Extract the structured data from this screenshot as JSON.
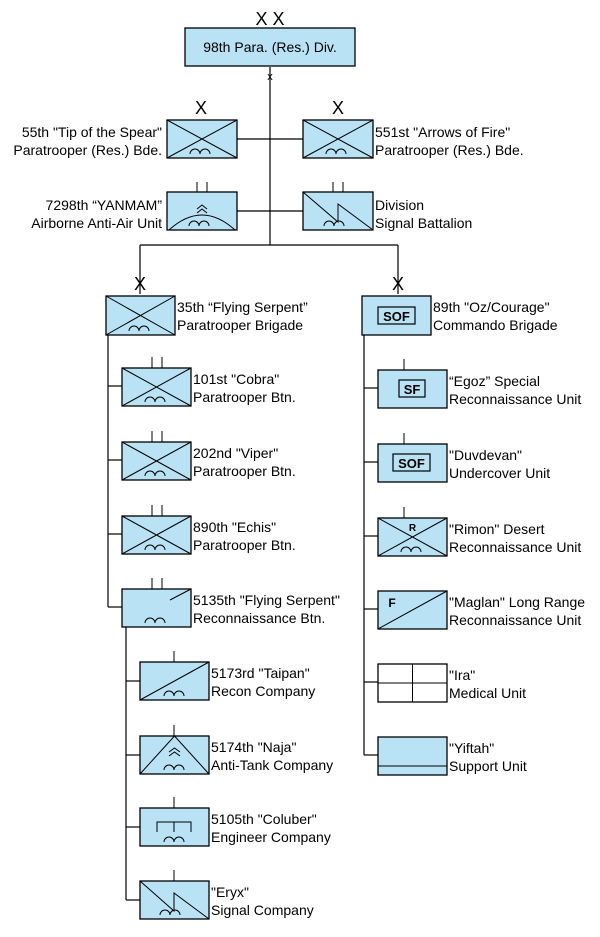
{
  "division": {
    "echelon": "X X",
    "name": "98th Para. (Res.) Div.",
    "hq_mark": "x"
  },
  "brigade_marks": {
    "echelon": "X"
  },
  "units": {
    "bde55": {
      "line1": "55th \"Tip of the Spear\"",
      "line2": "Paratrooper (Res.) Bde."
    },
    "bde551": {
      "line1": "551st \"Arrows of Fire\"",
      "line2": "Paratrooper (Res.) Bde."
    },
    "aa7298": {
      "line1": "7298th “YANMAM”",
      "line2": "Airborne Anti-Air Unit"
    },
    "signal": {
      "line1": "Division",
      "line2": "Signal Battalion"
    },
    "bde35": {
      "line1": "35th “Flying Serpent”",
      "line2": "Paratrooper Brigade"
    },
    "bde89": {
      "line1": "89th \"Oz/Courage\"",
      "line2": "Commando Brigade",
      "code": "SOF"
    },
    "btn101": {
      "line1": "101st \"Cobra\"",
      "line2": "Paratrooper Btn."
    },
    "btn202": {
      "line1": "202nd \"Viper\"",
      "line2": "Paratrooper Btn."
    },
    "btn890": {
      "line1": "890th \"Echis\"",
      "line2": "Paratrooper Btn."
    },
    "btn5135": {
      "line1": "5135th \"Flying Serpent\"",
      "line2": "Reconnaissance Btn."
    },
    "co5173": {
      "line1": "5173rd \"Taipan\"",
      "line2": "Recon Company"
    },
    "co5174": {
      "line1": "5174th \"Naja\"",
      "line2": "Anti-Tank Company"
    },
    "co5105": {
      "line1": "5105th \"Coluber\"",
      "line2": "Engineer Company"
    },
    "eryx": {
      "line1": "\"Eryx\"",
      "line2": "Signal Company"
    },
    "egoz": {
      "line1": "“Egoz” Special",
      "line2": "Reconnaissance Unit",
      "code": "SF"
    },
    "duvdevan": {
      "line1": "\"Duvdevan\"",
      "line2": "Undercover Unit",
      "code": "SOF"
    },
    "rimon": {
      "line1": "\"Rimon\" Desert",
      "line2": "Reconnaissance Unit",
      "code": "R"
    },
    "maglan": {
      "line1": "\"Maglan\" Long Range",
      "line2": "Reconnaissance Unit",
      "code": "F"
    },
    "ira": {
      "line1": "\"Ira\"",
      "line2": "Medical Unit"
    },
    "yiftah": {
      "line1": "\"Yiftah\"",
      "line2": "Support Unit"
    }
  },
  "colors": {
    "symbol_fill": "#b9e2f5",
    "line": "#000000",
    "background": "#ffffff"
  }
}
